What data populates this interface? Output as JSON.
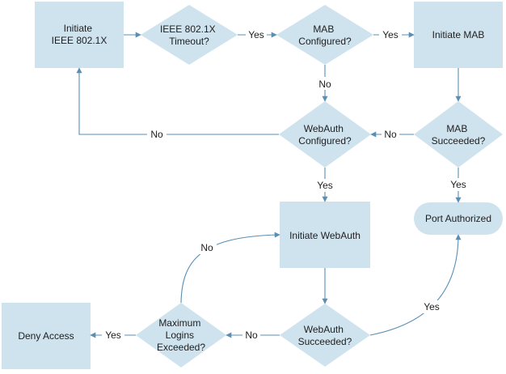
{
  "nodes": {
    "initiate_8021x": [
      "Initiate",
      "IEEE 802.1X"
    ],
    "timeout": [
      "IEEE 802.1X",
      "Timeout?"
    ],
    "mab_configured": [
      "MAB",
      "Configured?"
    ],
    "initiate_mab": [
      "Initiate MAB"
    ],
    "mab_succeeded": [
      "MAB",
      "Succeeded?"
    ],
    "webauth_configured": [
      "WebAuth",
      "Configured?"
    ],
    "port_authorized": [
      "Port Authorized"
    ],
    "initiate_webauth": [
      "Initiate WebAuth"
    ],
    "webauth_succeeded": [
      "WebAuth",
      "Succeeded?"
    ],
    "max_logins": [
      "Maximum",
      "Logins",
      "Exceeded?"
    ],
    "deny_access": [
      "Deny Access"
    ]
  },
  "edges": {
    "timeout_yes": "Yes",
    "mab_conf_yes": "Yes",
    "mab_conf_no": "No",
    "mab_succ_no": "No",
    "mab_succ_yes": "Yes",
    "webauth_conf_no": "No",
    "webauth_conf_yes": "Yes",
    "webauth_succ_yes": "Yes",
    "webauth_succ_no": "No",
    "max_logins_yes": "Yes",
    "max_logins_no": "No"
  },
  "colors": {
    "node_fill": "#cfe3ef",
    "arrow": "#5a8fb3",
    "text": "#1e1e1e"
  }
}
